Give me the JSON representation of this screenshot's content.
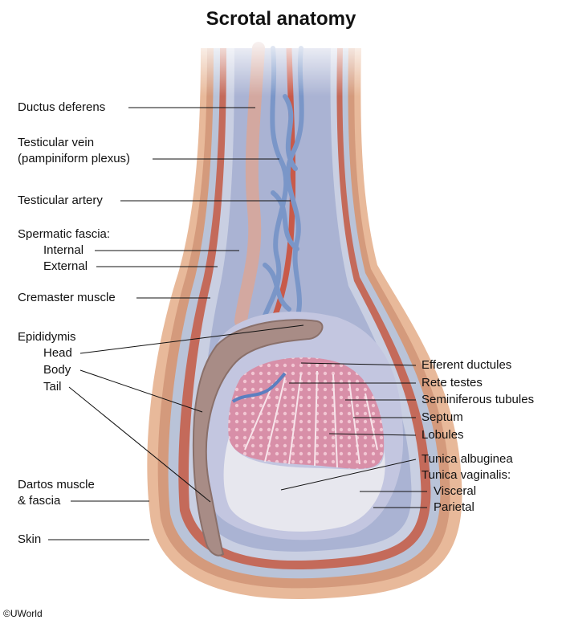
{
  "title": "Scrotal anatomy",
  "labels": {
    "ductus_deferens": "Ductus deferens",
    "testicular_vein": "Testicular vein",
    "pampiniform_plexus": "(pampiniform plexus)",
    "testicular_artery": "Testicular artery",
    "spermatic_fascia": "Spermatic fascia:",
    "internal": "Internal",
    "external": "External",
    "cremaster_muscle": "Cremaster muscle",
    "epididymis": "Epididymis",
    "head": "Head",
    "body": "Body",
    "tail": "Tail",
    "dartos_muscle": "Dartos muscle",
    "and_fascia": "& fascia",
    "skin": "Skin",
    "efferent_ductules": "Efferent ductules",
    "rete_testes": "Rete testes",
    "seminiferous_tubules": "Seminiferous tubules",
    "septum": "Septum",
    "lobules": "Lobules",
    "tunica_albuginea": "Tunica albuginea",
    "tunica_vaginalis": "Tunica vaginalis:",
    "visceral": "Visceral",
    "parietal": "Parietal"
  },
  "credit": "©UWorld",
  "colors": {
    "skin": "#e8b99a",
    "dartos": "#d49a7c",
    "fascia": "#b9c3d8",
    "cremaster": "#c46a5a",
    "vein": "#7a96c8",
    "artery": "#c85a4a",
    "ductus": "#d3a8a0",
    "epididymis": "#a88c86",
    "lobule": "#d88fa8",
    "albuginea": "#e7e7ee",
    "cavity": "#c3c6e0"
  }
}
